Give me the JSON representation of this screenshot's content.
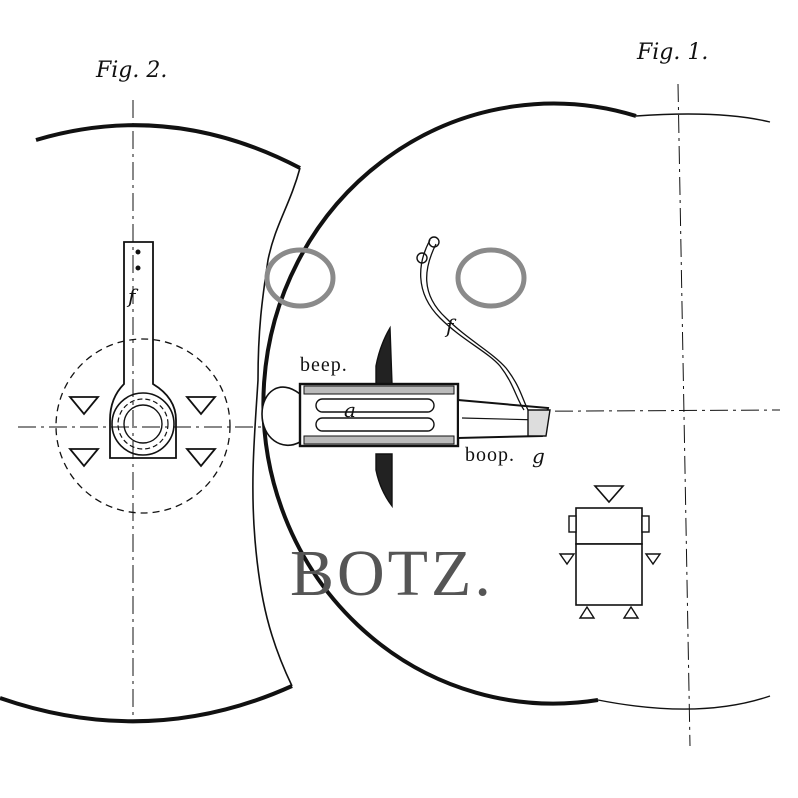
{
  "labels": {
    "fig_left": "Fig. 2.",
    "fig_right": "Fig. 1.",
    "part_f_left": "f",
    "part_f_right": "f",
    "part_a": "a",
    "part_g": "g",
    "callout_top": "beep.",
    "callout_bottom": "boop.",
    "title": "BOTZ."
  },
  "colors": {
    "ink": "#111111",
    "eye_ring": "#8a8a8a",
    "title": "#555555",
    "background": "#ffffff"
  },
  "icons": {
    "eyes": "gray-ring-icon",
    "markers": "triangle-outline-icon",
    "robot": "robot-icon"
  }
}
